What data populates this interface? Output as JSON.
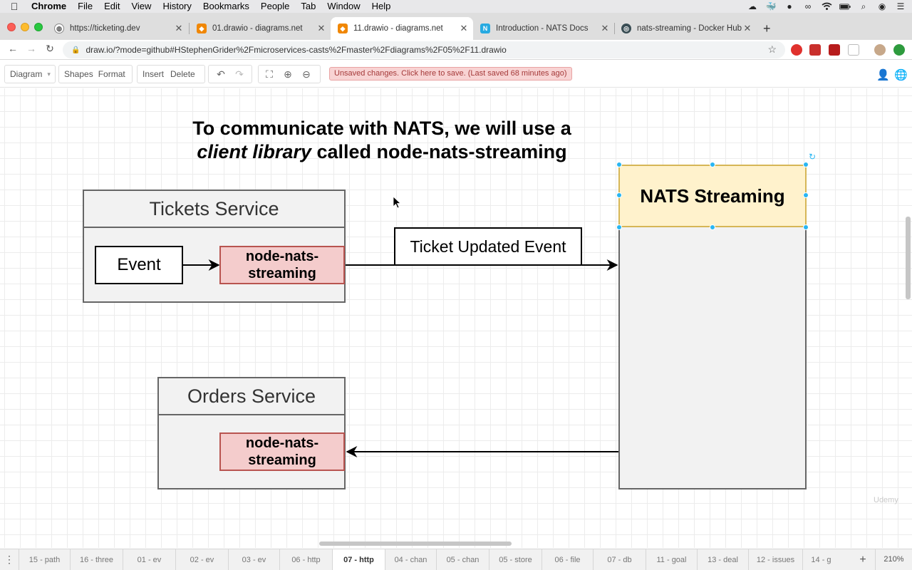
{
  "menubar": {
    "apple": "",
    "items": [
      "Chrome",
      "File",
      "Edit",
      "View",
      "History",
      "Bookmarks",
      "People",
      "Tab",
      "Window",
      "Help"
    ]
  },
  "tabs": [
    {
      "title": "https://ticketing.dev",
      "icon": "globe-icon"
    },
    {
      "title": "01.drawio - diagrams.net",
      "icon": "drawio-icon"
    },
    {
      "title": "11.drawio - diagrams.net",
      "icon": "drawio-icon",
      "active": true
    },
    {
      "title": "Introduction - NATS Docs",
      "icon": "nats-icon"
    },
    {
      "title": "nats-streaming - Docker Hub",
      "icon": "docker-icon"
    }
  ],
  "address": {
    "url": "draw.io/?mode=github#HStephenGrider%2Fmicroservices-casts%2Fmaster%2Fdiagrams%2F05%2F11.drawio"
  },
  "drawio_toolbar": {
    "diagram": "Diagram",
    "shapes": "Shapes",
    "format": "Format",
    "insert": "Insert",
    "delete": "Delete",
    "unsaved": "Unsaved changes. Click here to save. (Last saved 68 minutes ago)"
  },
  "diagram": {
    "heading_line1": "To communicate with NATS, we will use a",
    "heading_line2_em": "client library",
    "heading_line2_rest": " called node-nats-streaming",
    "tickets_service": "Tickets Service",
    "event": "Event",
    "lib_line1": "node-nats-",
    "lib_line2": "streaming",
    "ticket_updated_event": "Ticket Updated Event",
    "nats_streaming": "NATS Streaming",
    "orders_service": "Orders Service",
    "watermark": "Udemy"
  },
  "pages": {
    "tabs": [
      "15 - path",
      "16 - three",
      "01 - ev",
      "02 - ev",
      "03 - ev",
      "06 - http",
      "07 - http",
      "04 - chan",
      "05 - chan",
      "05 - store",
      "06 - file",
      "07 - db",
      "11 - goal",
      "13 - deal",
      "12 - issues",
      "14 - g"
    ],
    "active": "07 - http",
    "zoom": "210%"
  },
  "colors": {
    "library_fill": "#f4cccc",
    "library_stroke": "#b85450",
    "nats_fill": "#fff2cc",
    "nats_stroke": "#d6b656",
    "selection": "#29b6f2"
  }
}
